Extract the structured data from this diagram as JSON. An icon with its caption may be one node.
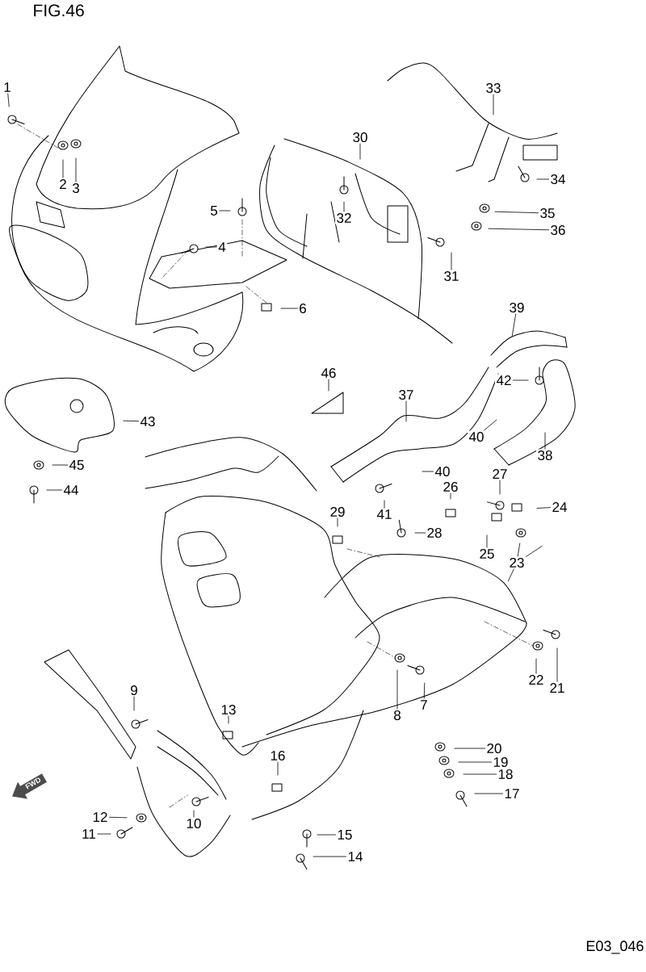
{
  "diagram": {
    "title": "FIG.46",
    "nodes": [
      {
        "text": [
          "1"
        ]
      },
      {
        "text": [
          "2"
        ]
      },
      {
        "text": [
          "3"
        ]
      },
      {
        "text": [
          "4"
        ]
      },
      {
        "text": [
          "5"
        ]
      },
      {
        "text": [
          "6"
        ]
      },
      {
        "text": [
          "30"
        ]
      },
      {
        "text": [
          "32"
        ]
      },
      {
        "text": [
          "33"
        ]
      },
      {
        "text": [
          "34"
        ]
      },
      {
        "text": [
          "35"
        ]
      },
      {
        "text": [
          "36"
        ]
      },
      {
        "text": [
          "31"
        ]
      },
      {
        "text": [
          "39"
        ]
      },
      {
        "text": [
          "46"
        ]
      },
      {
        "text": [
          "37"
        ]
      },
      {
        "text": [
          "42"
        ]
      },
      {
        "text": [
          "40"
        ]
      },
      {
        "text": [
          "38"
        ]
      },
      {
        "text": [
          "43"
        ]
      },
      {
        "text": [
          "45"
        ]
      },
      {
        "text": [
          "44"
        ]
      },
      {
        "text": [
          "40"
        ]
      },
      {
        "text": [
          "27"
        ]
      },
      {
        "text": [
          "26"
        ]
      },
      {
        "text": [
          "24"
        ]
      },
      {
        "text": [
          "41"
        ]
      },
      {
        "text": [
          "29"
        ]
      },
      {
        "text": [
          "28"
        ]
      },
      {
        "text": [
          "25"
        ]
      },
      {
        "text": [
          "23"
        ]
      },
      {
        "text": [
          "22"
        ]
      },
      {
        "text": [
          "21"
        ]
      },
      {
        "text": [
          "8"
        ]
      },
      {
        "text": [
          "7"
        ]
      },
      {
        "text": [
          "9"
        ]
      },
      {
        "text": [
          "13"
        ]
      },
      {
        "text": [
          "20"
        ]
      },
      {
        "text": [
          "19"
        ]
      },
      {
        "text": [
          "18"
        ]
      },
      {
        "text": [
          "17"
        ]
      },
      {
        "text": [
          "16"
        ]
      },
      {
        "text": [
          "12"
        ]
      },
      {
        "text": [
          "10"
        ]
      },
      {
        "text": [
          "11"
        ]
      },
      {
        "text": [
          "15"
        ]
      },
      {
        "text": [
          "14"
        ]
      }
    ],
    "edges": [
      {
        "from": 0,
        "to": null,
        "arrow": "none"
      },
      {
        "from": 1,
        "to": null,
        "arrow": "none"
      },
      {
        "from": 2,
        "to": null,
        "arrow": "none"
      },
      {
        "from": 3,
        "to": null,
        "arrow": "none"
      },
      {
        "from": 4,
        "to": null,
        "arrow": "none"
      },
      {
        "from": 5,
        "to": null,
        "arrow": "none"
      },
      {
        "from": 6,
        "to": null,
        "arrow": "none"
      },
      {
        "from": 7,
        "to": null,
        "arrow": "none"
      },
      {
        "from": 8,
        "to": null,
        "arrow": "none"
      },
      {
        "from": 9,
        "to": null,
        "arrow": "none"
      },
      {
        "from": 10,
        "to": null,
        "arrow": "none"
      },
      {
        "from": 11,
        "to": null,
        "arrow": "none"
      },
      {
        "from": 12,
        "to": null,
        "arrow": "none"
      },
      {
        "from": 13,
        "to": null,
        "arrow": "none"
      },
      {
        "from": 14,
        "to": null,
        "arrow": "none"
      },
      {
        "from": 15,
        "to": null,
        "arrow": "none"
      },
      {
        "from": 16,
        "to": null,
        "arrow": "none"
      },
      {
        "from": 17,
        "to": null,
        "arrow": "none"
      },
      {
        "from": 18,
        "to": null,
        "arrow": "none"
      },
      {
        "from": 19,
        "to": null,
        "arrow": "none"
      },
      {
        "from": 20,
        "to": null,
        "arrow": "none"
      },
      {
        "from": 21,
        "to": null,
        "arrow": "none"
      },
      {
        "from": 22,
        "to": null,
        "arrow": "none"
      },
      {
        "from": 23,
        "to": null,
        "arrow": "none"
      },
      {
        "from": 24,
        "to": null,
        "arrow": "none"
      },
      {
        "from": 25,
        "to": null,
        "arrow": "none"
      },
      {
        "from": 26,
        "to": null,
        "arrow": "none"
      },
      {
        "from": 27,
        "to": null,
        "arrow": "none"
      },
      {
        "from": 28,
        "to": null,
        "arrow": "none"
      },
      {
        "from": 29,
        "to": null,
        "arrow": "none"
      },
      {
        "from": 30,
        "to": null,
        "arrow": "none"
      },
      {
        "from": 30,
        "to": null,
        "arrow": "none"
      },
      {
        "from": 30,
        "to": null,
        "arrow": "none"
      },
      {
        "from": 31,
        "to": null,
        "arrow": "none"
      },
      {
        "from": 32,
        "to": null,
        "arrow": "none"
      },
      {
        "from": 33,
        "to": null,
        "arrow": "none"
      },
      {
        "from": 34,
        "to": null,
        "arrow": "none"
      },
      {
        "from": 35,
        "to": null,
        "arrow": "none"
      },
      {
        "from": 36,
        "to": null,
        "arrow": "none"
      },
      {
        "from": 37,
        "to": null,
        "arrow": "none"
      },
      {
        "from": 38,
        "to": null,
        "arrow": "none"
      },
      {
        "from": 39,
        "to": null,
        "arrow": "none"
      },
      {
        "from": 40,
        "to": null,
        "arrow": "none"
      },
      {
        "from": 41,
        "to": null,
        "arrow": "none"
      },
      {
        "from": 42,
        "to": null,
        "arrow": "none"
      },
      {
        "from": 43,
        "to": null,
        "arrow": "none"
      },
      {
        "from": 44,
        "to": null,
        "arrow": "none"
      },
      {
        "from": 45,
        "to": null,
        "arrow": "none"
      },
      {
        "from": 46,
        "to": null,
        "arrow": "none"
      }
    ],
    "labels": [
      "FWD",
      "E03_046"
    ]
  }
}
